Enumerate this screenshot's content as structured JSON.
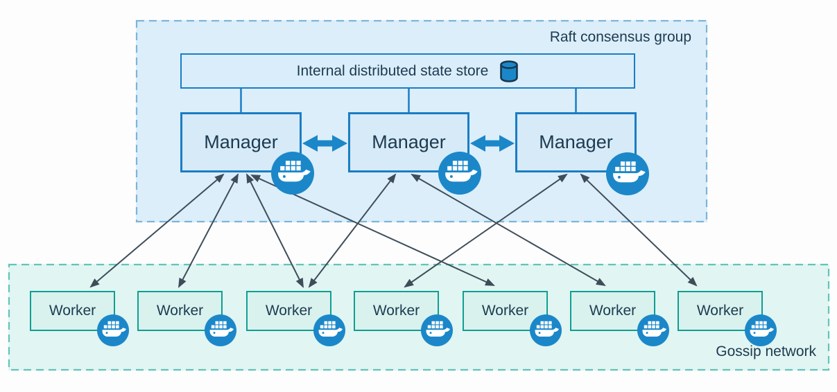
{
  "diagram": {
    "title_context": "Docker Swarm architecture",
    "raft_group": {
      "label": "Raft consensus group",
      "state_store": {
        "label": "Internal distributed state store",
        "icon": "database-cylinder-icon"
      },
      "managers": [
        {
          "id": "manager-1",
          "label": "Manager",
          "icon": "docker-whale-icon"
        },
        {
          "id": "manager-2",
          "label": "Manager",
          "icon": "docker-whale-icon"
        },
        {
          "id": "manager-3",
          "label": "Manager",
          "icon": "docker-whale-icon"
        }
      ]
    },
    "gossip_network": {
      "label": "Gossip network",
      "workers": [
        {
          "id": "worker-1",
          "label": "Worker",
          "icon": "docker-whale-icon"
        },
        {
          "id": "worker-2",
          "label": "Worker",
          "icon": "docker-whale-icon"
        },
        {
          "id": "worker-3",
          "label": "Worker",
          "icon": "docker-whale-icon"
        },
        {
          "id": "worker-4",
          "label": "Worker",
          "icon": "docker-whale-icon"
        },
        {
          "id": "worker-5",
          "label": "Worker",
          "icon": "docker-whale-icon"
        },
        {
          "id": "worker-6",
          "label": "Worker",
          "icon": "docker-whale-icon"
        },
        {
          "id": "worker-7",
          "label": "Worker",
          "icon": "docker-whale-icon"
        }
      ]
    },
    "edges": {
      "state_store_links": [
        "manager-1",
        "manager-2",
        "manager-3"
      ],
      "manager_peer_links": [
        {
          "between": [
            "manager-1",
            "manager-2"
          ],
          "style": "thick-double-arrow"
        },
        {
          "between": [
            "manager-2",
            "manager-3"
          ],
          "style": "thick-double-arrow"
        }
      ],
      "manager_worker_links": [
        {
          "from": "manager-1",
          "to": "worker-1",
          "style": "double-headed-arrow"
        },
        {
          "from": "manager-1",
          "to": "worker-2",
          "style": "double-headed-arrow"
        },
        {
          "from": "manager-1",
          "to": "worker-3",
          "style": "double-headed-arrow"
        },
        {
          "from": "manager-1",
          "to": "worker-5",
          "style": "double-headed-arrow"
        },
        {
          "from": "manager-2",
          "to": "worker-3",
          "style": "double-headed-arrow"
        },
        {
          "from": "manager-2",
          "to": "worker-6",
          "style": "double-headed-arrow"
        },
        {
          "from": "manager-3",
          "to": "worker-4",
          "style": "double-headed-arrow"
        },
        {
          "from": "manager-3",
          "to": "worker-7",
          "style": "double-headed-arrow"
        }
      ]
    },
    "colors": {
      "accent_blue": "#1b87c9",
      "node_border_blue": "#1a7dc4",
      "node_fill_blue": "#d6eaf8",
      "raft_fill": "#dceefa",
      "raft_dash": "#7cb5d8",
      "teal_border": "#0f9f93",
      "worker_fill": "#d9f2ee",
      "gossip_fill": "#e1f5f2",
      "gossip_dash": "#62c4ba",
      "arrow_gray": "#3e4d59",
      "text_dark": "#1d3a50"
    }
  }
}
